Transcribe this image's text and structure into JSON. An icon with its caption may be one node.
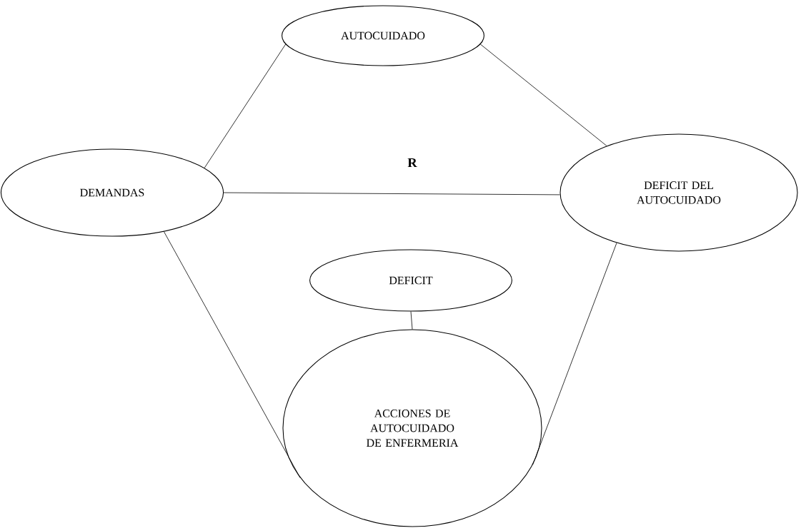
{
  "diagram": {
    "nodes": [
      {
        "text": [
          "AUTOCUIDADO"
        ]
      },
      {
        "text": [
          "DEMANDAS"
        ]
      },
      {
        "text": [
          "DEFICIT DEL AUTOCUIDADO"
        ]
      },
      {
        "text": [
          "DEFICIT"
        ]
      },
      {
        "text": [
          "ACCIONES DE AUTOCUIDADO DE ENFERMERIA"
        ]
      }
    ],
    "edges": [
      {
        "from": 1,
        "to": 0,
        "arrow": "none"
      },
      {
        "from": 0,
        "to": 2,
        "arrow": "none"
      },
      {
        "from": 1,
        "to": 2,
        "arrow": "none",
        "label": "R"
      },
      {
        "from": 1,
        "to": 4,
        "arrow": "none"
      },
      {
        "from": 2,
        "to": 4,
        "arrow": "none"
      },
      {
        "from": 3,
        "to": 4,
        "arrow": "none"
      }
    ]
  }
}
